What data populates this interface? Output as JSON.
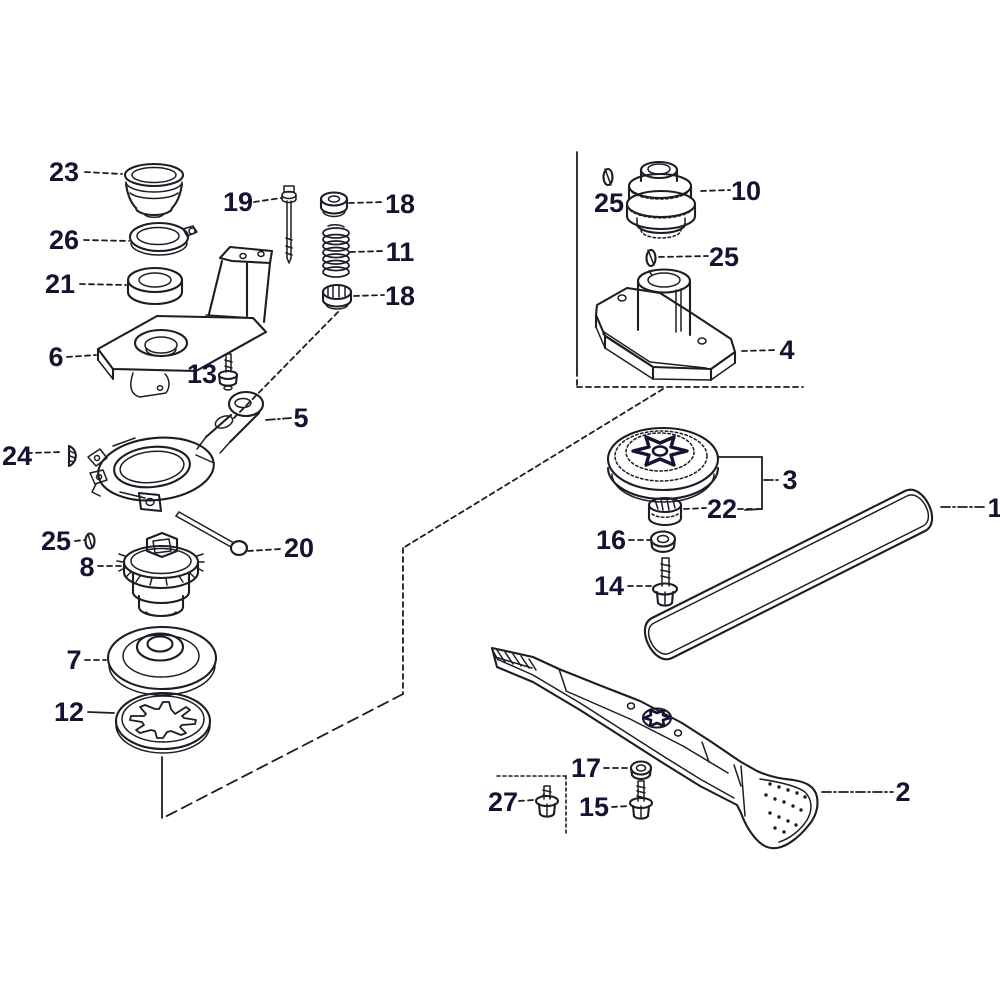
{
  "diagram": {
    "background": "#ffffff",
    "line_color": "#1d1d26",
    "accent_dark": "#141432"
  },
  "callouts": {
    "c23": "23",
    "c26": "26",
    "c21": "21",
    "c19": "19",
    "c18a": "18",
    "c11": "11",
    "c18b": "18",
    "c6": "6",
    "c13": "13",
    "c5": "5",
    "c24": "24",
    "c25l": "25",
    "c8": "8",
    "c20": "20",
    "c7": "7",
    "c12": "12",
    "c25a": "25",
    "c10": "10",
    "c25b": "25",
    "c4": "4",
    "c3": "3",
    "c22": "22",
    "c16": "16",
    "c14": "14",
    "c1": "1",
    "c2": "2",
    "c17": "17",
    "c15": "15",
    "c27": "27"
  }
}
